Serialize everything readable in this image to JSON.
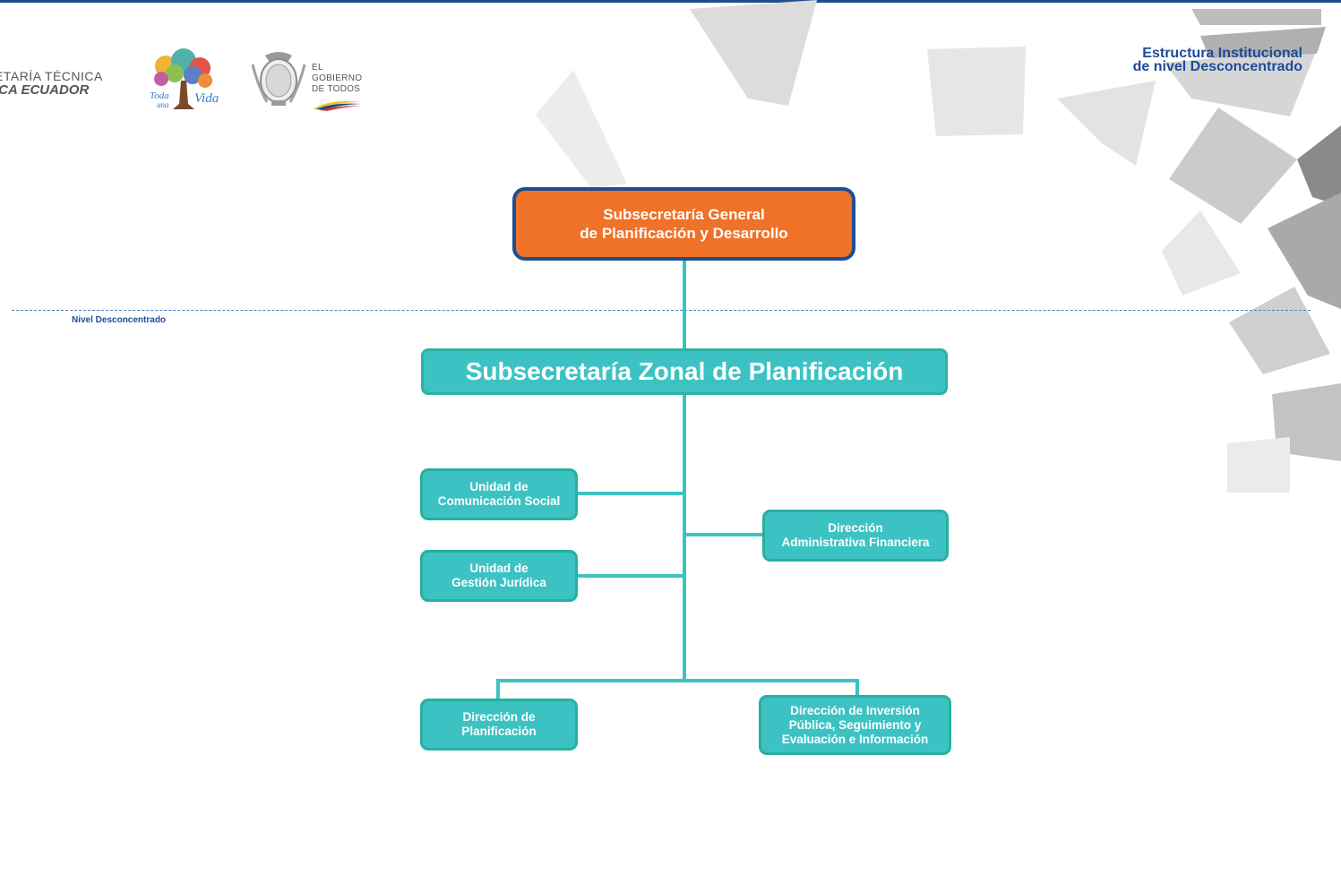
{
  "header": {
    "logo_line1": "ETARÍA TÉCNICA",
    "logo_line2": "ICA ECUADOR",
    "title_line1": "Estructura Institucional",
    "title_line2": "de nivel Desconcentrado"
  },
  "logos": {
    "toda_una_vida_line1": "Toda",
    "toda_una_vida_line2": "una",
    "toda_una_vida_line3": "Vida",
    "gobierno_line1": "EL",
    "gobierno_line2": "GOBIERNO",
    "gobierno_line3": "DE TODOS"
  },
  "level_label": "Nivel Desconcentrado",
  "chart": {
    "top_box": {
      "line1": "Subsecretaría General",
      "line2": "de Planificación y Desarrollo"
    },
    "zonal_box": "Subsecretaría Zonal de Planificación",
    "comunicacion": {
      "line1": "Unidad de",
      "line2": "Comunicación Social"
    },
    "juridica": {
      "line1": "Unidad de",
      "line2": "Gestión Jurídica"
    },
    "administrativa": {
      "line1": "Dirección",
      "line2": "Administrativa Financiera"
    },
    "planificacion": {
      "line1": "Dirección de",
      "line2": "Planificación"
    },
    "inversion": {
      "line1": "Dirección de Inversión",
      "line2": "Pública, Seguimiento y",
      "line3": "Evaluación e Información"
    }
  },
  "colors": {
    "orange": "#f07128",
    "teal": "#3dc2c4",
    "navy": "#1c4f91",
    "title_blue": "#1d4b98"
  }
}
